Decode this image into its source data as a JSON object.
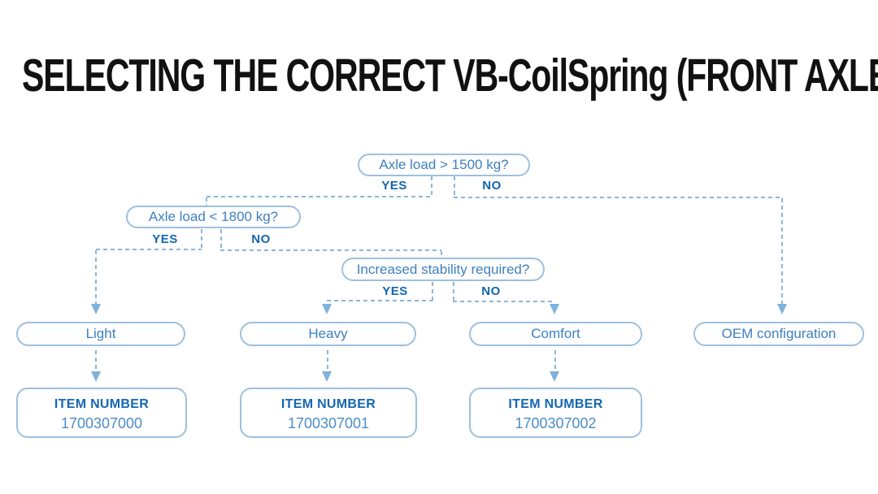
{
  "title": "SELECTING THE CORRECT VB-CoilSpring (FRONT AXLE)",
  "colors": {
    "title": "#111111",
    "pill_border": "#9dc0df",
    "pill_text": "#3e80c0",
    "label_bold": "#1166af",
    "dash": "#8cb6da",
    "arrow": "#7fb2dd",
    "item_label": "#1467b2",
    "item_value": "#4d8cc6",
    "background": "#ffffff"
  },
  "flowchart": {
    "decisions": [
      {
        "question": "Axle load > 1500 kg?",
        "yes_label": "YES",
        "no_label": "NO"
      },
      {
        "question": "Axle load < 1800 kg?",
        "yes_label": "YES",
        "no_label": "NO"
      },
      {
        "question": "Increased stability required?",
        "yes_label": "YES",
        "no_label": "NO"
      }
    ],
    "outcomes": [
      {
        "label": "Light",
        "item_number_label": "ITEM NUMBER",
        "item_number": "1700307000"
      },
      {
        "label": "Heavy",
        "item_number_label": "ITEM NUMBER",
        "item_number": "1700307001"
      },
      {
        "label": "Comfort",
        "item_number_label": "ITEM NUMBER",
        "item_number": "1700307002"
      },
      {
        "label": "OEM configuration"
      }
    ]
  }
}
